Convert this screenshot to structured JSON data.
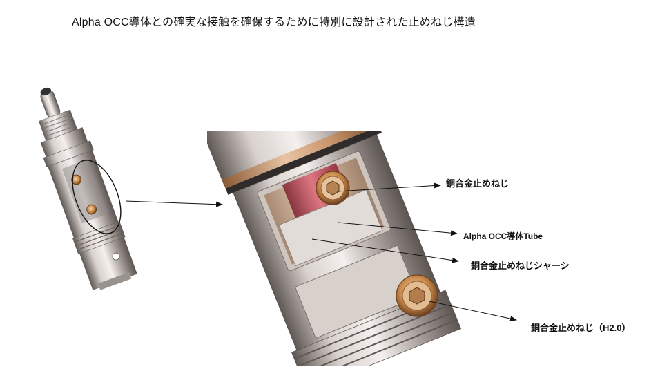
{
  "title": "Alpha OCC導体との確実な接触を確保するために特別に設計された止めねじ構造",
  "callouts": {
    "set_screw": "銅合金止めねじ",
    "occ_tube": "Alpha OCC導体Tube",
    "screw_chassis": "銅合金止めねじシャーシ",
    "set_screw_h2": "銅合金止めねじ（H2.0）"
  },
  "colors": {
    "metal_dark": "#6e6663",
    "metal_light": "#e9e4e1",
    "copper": "#c98a4a",
    "inner_copper": "#d9b79a",
    "occ_red": "#b02a3a",
    "arrow": "#111111"
  }
}
